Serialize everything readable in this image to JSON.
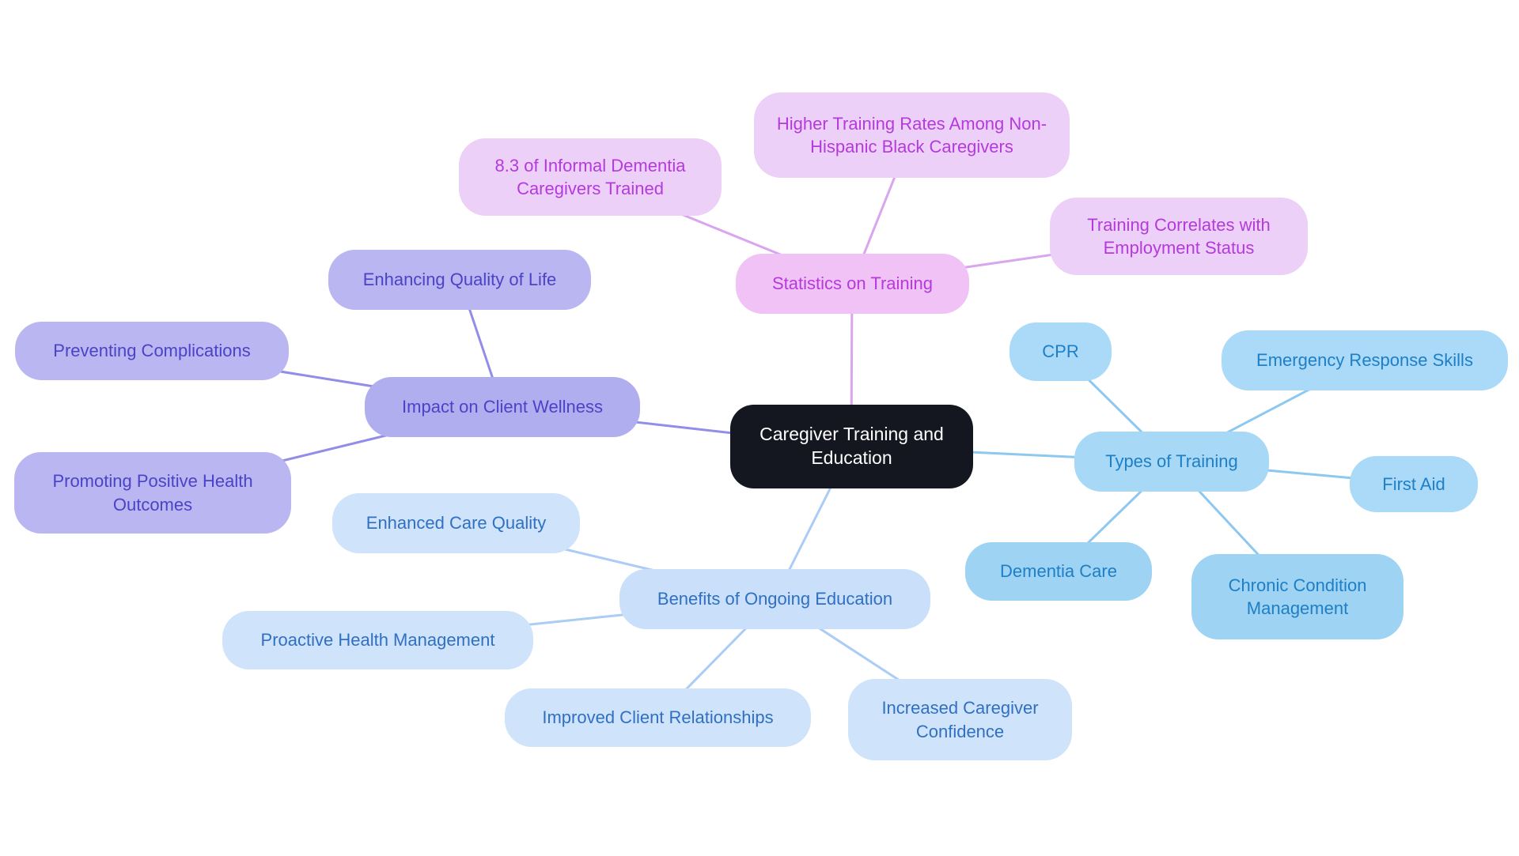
{
  "colors": {
    "page_bg": "#ffffff",
    "central": {
      "bg": "#14171f",
      "text": "#ffffff"
    },
    "statistics": {
      "bg": "#f0c2f5",
      "child_bg": "#edd0f8",
      "text": "#b43adc",
      "line": "#d9a5ef"
    },
    "impact": {
      "bg": "#b1aeef",
      "child_bg": "#b9b6f1",
      "text": "#4b43c6",
      "line": "#918de8"
    },
    "types": {
      "bg": "#a7d8f6",
      "child_bg": "#aadaf8",
      "child_bg_alt": "#9fd3f3",
      "text": "#1e7fc6",
      "line": "#8cc8ef"
    },
    "benefits": {
      "bg": "#cadffa",
      "child_bg": "#cfe3fb",
      "text": "#3070c2",
      "line": "#abccf4"
    }
  },
  "mindmap": {
    "central": "Caregiver Training and Education",
    "branches": {
      "statistics": {
        "label": "Statistics on Training",
        "children": [
          "8.3 of Informal Dementia Caregivers Trained",
          "Higher Training Rates Among Non-Hispanic Black Caregivers",
          "Training Correlates with Employment Status"
        ]
      },
      "impact": {
        "label": "Impact on Client Wellness",
        "children": [
          "Enhancing Quality of Life",
          "Preventing Complications",
          "Promoting Positive Health Outcomes"
        ]
      },
      "types": {
        "label": "Types of Training",
        "children": [
          "CPR",
          "Emergency Response Skills",
          "First Aid",
          "Chronic Condition Management",
          "Dementia Care"
        ]
      },
      "benefits": {
        "label": "Benefits of Ongoing Education",
        "children": [
          "Enhanced Care Quality",
          "Proactive Health Management",
          "Improved Client Relationships",
          "Increased Caregiver Confidence"
        ]
      }
    }
  }
}
